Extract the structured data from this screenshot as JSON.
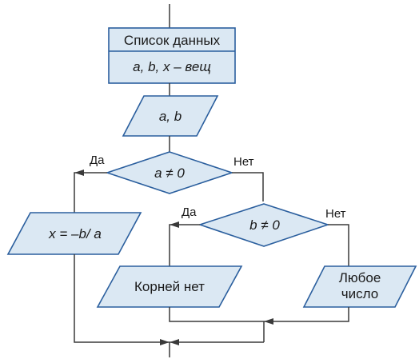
{
  "diagram": {
    "data_block": {
      "title": "Список данных",
      "vars": "a, b, x – вещ"
    },
    "input_block": "a, b",
    "decision_a": "a ≠ 0",
    "decision_b": "b ≠ 0",
    "output_x": "x = –b/ a",
    "output_no_roots": "Корней нет",
    "output_any": [
      "Любое",
      "число"
    ],
    "edge_yes": "Да",
    "edge_no": "Нет"
  },
  "colors": {
    "fill": "#dbe8f3",
    "stroke": "#2b5f9e",
    "line": "#3a3a3a"
  }
}
